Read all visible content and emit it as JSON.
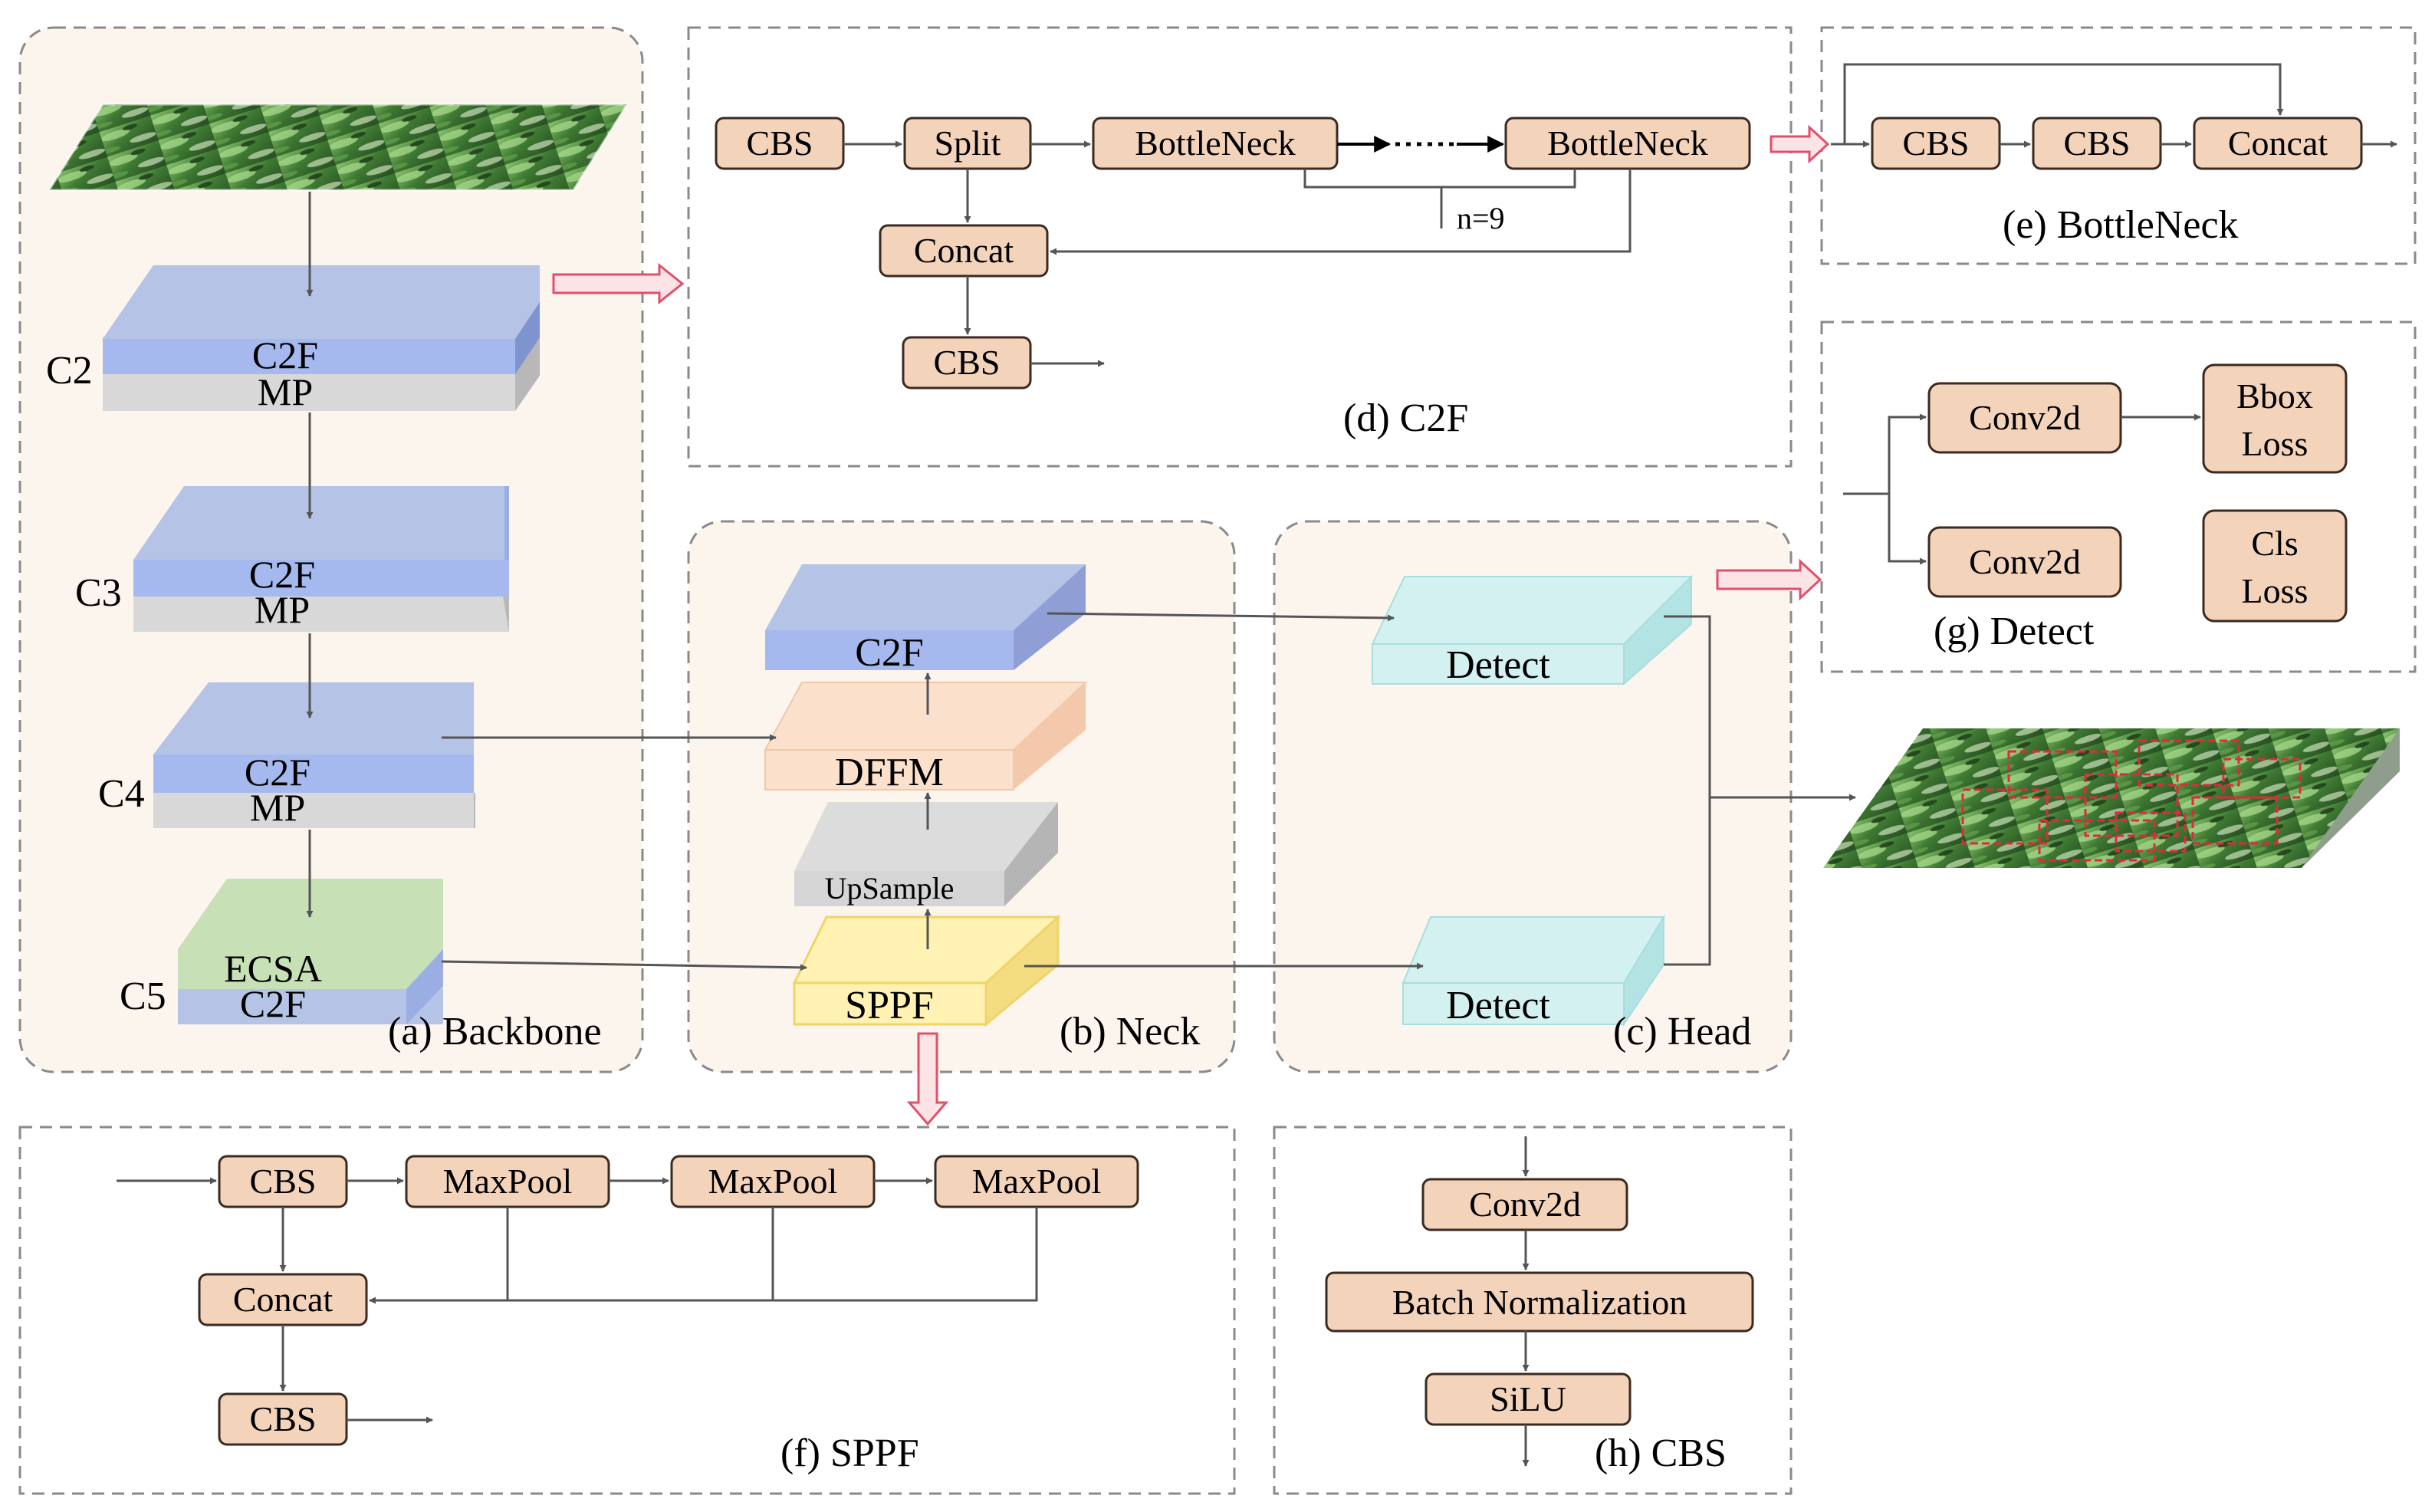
{
  "colors": {
    "panel_fill": "#fcf5ee",
    "panel_border": "#8a8a8a",
    "box_fill": "#f4d3bb",
    "box_stroke": "#3a2a20",
    "c2f_blue": "#b5c3e6",
    "c2f_blue_band": "#a6b9ee",
    "mp_gray": "#d5d5d5",
    "ecsa_green": "#c8e0b5",
    "dffm_orange": "#fbe0cc",
    "sppf_yellow": "#fff2b3",
    "detect_cyan": "#d3f1f1",
    "hollow_arrow": "#e0506a",
    "foliage_dark": "#274d22",
    "foliage_light": "#8cc26f",
    "bbox_red": "#e02a3a"
  },
  "backbone": {
    "title": "(a) Backbone",
    "stages": [
      {
        "id": "C2",
        "label": "C2",
        "top": "C2F",
        "bottom": "MP"
      },
      {
        "id": "C3",
        "label": "C3",
        "top": "C2F",
        "bottom": "MP"
      },
      {
        "id": "C4",
        "label": "C4",
        "top": "C2F",
        "bottom": "MP"
      },
      {
        "id": "C5",
        "label": "C5",
        "top": "ECSA",
        "bottom": "C2F"
      }
    ]
  },
  "neck": {
    "title": "(b) Neck",
    "blocks": {
      "c2f": "C2F",
      "dffm": "DFFM",
      "upsample": "UpSample",
      "sppf": "SPPF"
    }
  },
  "head": {
    "title": "(c) Head",
    "detect_top": "Detect",
    "detect_bottom": "Detect"
  },
  "c2f_detail": {
    "title": "(d) C2F",
    "cbs_in": "CBS",
    "split": "Split",
    "bottleneck_1": "BottleNeck",
    "bottleneck_2": "BottleNeck",
    "repeat_label": "n=9",
    "concat": "Concat",
    "cbs_out": "CBS"
  },
  "bottleneck_detail": {
    "title": "(e) BottleNeck",
    "cbs_1": "CBS",
    "cbs_2": "CBS",
    "concat": "Concat"
  },
  "sppf_detail": {
    "title": "(f) SPPF",
    "cbs_in": "CBS",
    "maxpool_1": "MaxPool",
    "maxpool_2": "MaxPool",
    "maxpool_3": "MaxPool",
    "concat": "Concat",
    "cbs_out": "CBS"
  },
  "detect_detail": {
    "title": "(g) Detect",
    "conv_1": "Conv2d",
    "conv_2": "Conv2d",
    "bbox_loss_1": "Bbox",
    "bbox_loss_2": "Loss",
    "cls_loss_1": "Cls",
    "cls_loss_2": "Loss"
  },
  "cbs_detail": {
    "title": "(h) CBS",
    "conv": "Conv2d",
    "bn": "Batch Normalization",
    "act": "SiLU"
  }
}
